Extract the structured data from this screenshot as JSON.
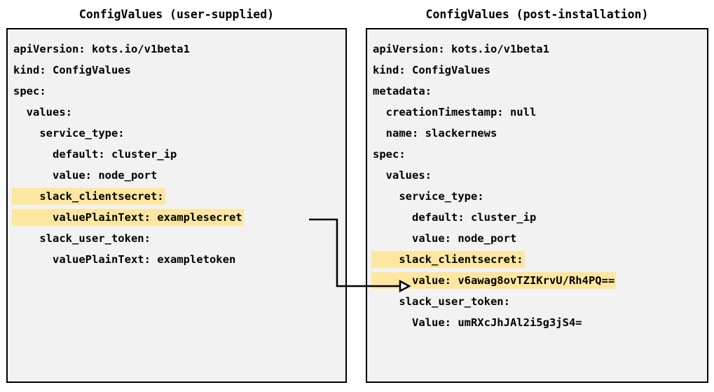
{
  "panels": {
    "left": {
      "title": "ConfigValues (user-supplied)",
      "lines": [
        {
          "text": "apiVersion: kots.io/v1beta1",
          "highlight": false
        },
        {
          "text": "kind: ConfigValues",
          "highlight": false
        },
        {
          "text": "spec:",
          "highlight": false
        },
        {
          "text": "  values:",
          "highlight": false
        },
        {
          "text": "    service_type:",
          "highlight": false
        },
        {
          "text": "      default: cluster_ip",
          "highlight": false
        },
        {
          "text": "      value: node_port",
          "highlight": false
        },
        {
          "text": "    slack_clientsecret:",
          "highlight": true
        },
        {
          "text": "      valuePlainText: examplesecret",
          "highlight": true
        },
        {
          "text": "    slack_user_token:",
          "highlight": false
        },
        {
          "text": "      valuePlainText: exampletoken",
          "highlight": false
        }
      ]
    },
    "right": {
      "title": "ConfigValues (post-installation)",
      "lines": [
        {
          "text": "apiVersion: kots.io/v1beta1",
          "highlight": false
        },
        {
          "text": "kind: ConfigValues",
          "highlight": false
        },
        {
          "text": "metadata:",
          "highlight": false
        },
        {
          "text": "  creationTimestamp: null",
          "highlight": false
        },
        {
          "text": "  name: slackernews",
          "highlight": false
        },
        {
          "text": "spec:",
          "highlight": false
        },
        {
          "text": "  values:",
          "highlight": false
        },
        {
          "text": "    service_type:",
          "highlight": false
        },
        {
          "text": "      default: cluster_ip",
          "highlight": false
        },
        {
          "text": "      value: node_port",
          "highlight": false
        },
        {
          "text": "    slack_clientsecret:",
          "highlight": true
        },
        {
          "text": "      value: v6awag8ovTZIKrvU/Rh4PQ==",
          "highlight": true
        },
        {
          "text": "    slack_user_token:",
          "highlight": false
        },
        {
          "text": "      Value: umRXcJhJAl2i5g3jS4=",
          "highlight": false
        }
      ]
    }
  },
  "connector": {
    "label": "maps-plaintext-secret-to-encrypted-value",
    "color": "#000000"
  },
  "colors": {
    "highlight": "#fde7a0",
    "box_background": "#f2f2f2",
    "box_border": "#000000",
    "text": "#000000",
    "page_background": "#ffffff"
  }
}
